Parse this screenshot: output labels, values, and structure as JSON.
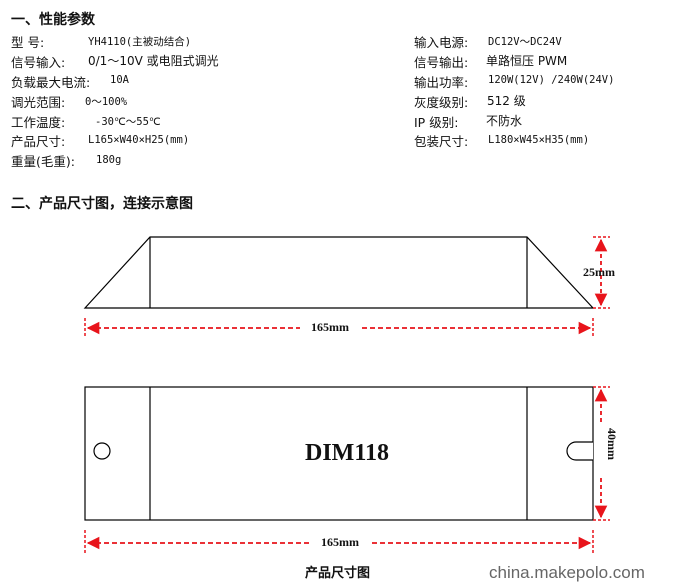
{
  "section1": {
    "title": "一、性能参数"
  },
  "specs_left": [
    {
      "label": "型    号:",
      "value": "YH4110(主被动结合)"
    },
    {
      "label": "信号输入:",
      "value": "0/1～10V 或电阻式调光"
    },
    {
      "label": "负载最大电流:",
      "value": "10A"
    },
    {
      "label": "调光范围:",
      "value": "0～100%"
    },
    {
      "label": "工作温度:",
      "value": "-30℃～55℃"
    },
    {
      "label": "产品尺寸:",
      "value": "L165×W40×H25(mm)"
    },
    {
      "label": "重量(毛重):",
      "value": "180g"
    }
  ],
  "specs_right": [
    {
      "label": "输入电源:",
      "value": "DC12V～DC24V"
    },
    {
      "label": "信号输出:",
      "value": "单路恒压 PWM"
    },
    {
      "label": "输出功率:",
      "value": "120W(12V) /240W(24V)"
    },
    {
      "label": "灰度级别:",
      "value": "512 级"
    },
    {
      "label": "IP 级别:",
      "value": "不防水"
    },
    {
      "label": "包装尺寸:",
      "value": "L180×W45×H35(mm)"
    }
  ],
  "section2": {
    "title": "二、产品尺寸图，连接示意图"
  },
  "diagram": {
    "side_height_label": "25mm",
    "side_length_label": "165mm",
    "top_model_label": "DIM118",
    "top_width_label": "40mm",
    "top_length_label": "165mm",
    "caption": "产品尺寸图",
    "dim_color": "#e8141b"
  },
  "watermark": "china.makepolo.com"
}
